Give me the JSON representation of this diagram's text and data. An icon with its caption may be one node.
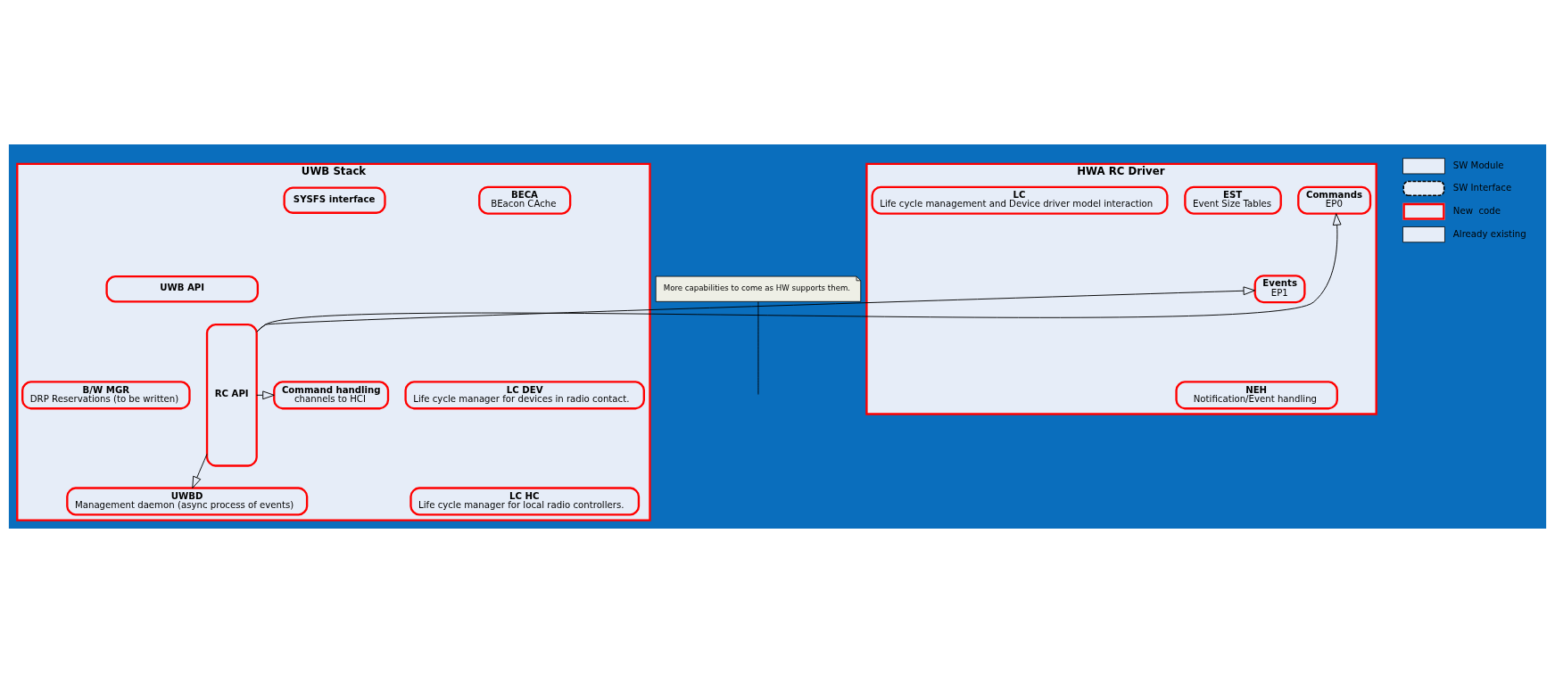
{
  "diagram": {
    "nodes": [
      {
        "text": [
          "UWB Stack"
        ]
      },
      {
        "text": [
          "BECA",
          "BEacon CAche"
        ],
        "in": 0
      },
      {
        "text": [
          "SYSFS interface"
        ],
        "in": 0
      },
      {
        "text": [
          "UWB API"
        ],
        "in": 0
      },
      {
        "text": [
          "LC DEV",
          "Life cycle manager for devices in radio contact."
        ],
        "in": 0
      },
      {
        "text": [
          "B/W MGR",
          "DRP Reservations (to be written)"
        ],
        "in": 0
      },
      {
        "text": [
          "Command handling",
          "channels to HCI"
        ],
        "in": 0
      },
      {
        "text": [
          "RC API"
        ],
        "in": 0
      },
      {
        "text": [
          "LC HC",
          "Life cycle manager for local radio controllers."
        ],
        "in": 0
      },
      {
        "text": [
          "UWBD",
          "Management daemon (async process of events)"
        ],
        "in": 0
      },
      {
        "text": [
          "More capabilities to come as HW supports them."
        ]
      },
      {
        "text": [
          "HWA RC Driver"
        ]
      },
      {
        "text": [
          "Commands",
          "EP0"
        ],
        "in": 11
      },
      {
        "text": [
          "EST",
          "Event Size Tables"
        ],
        "in": 11
      },
      {
        "text": [
          "LC",
          "Life cycle management and Device driver model interaction"
        ],
        "in": 11
      },
      {
        "text": [
          "Events",
          "EP1"
        ],
        "in": 11
      },
      {
        "text": [
          "NEH",
          "Notification/Event handling"
        ],
        "in": 11
      }
    ],
    "edges": [
      {
        "from": 7,
        "to": 6,
        "arrow": "to"
      },
      {
        "from": 7,
        "to": 12,
        "arrow": "to"
      },
      {
        "from": 7,
        "to": 15,
        "arrow": "to"
      },
      {
        "from": 7,
        "to": 9,
        "arrow": "to"
      },
      {
        "from": 10,
        "to": null,
        "arrow": "none"
      }
    ],
    "legend": [
      {
        "text": "SW Module",
        "color": "#e6edf8"
      },
      {
        "text": "SW Interface"
      },
      {
        "text": "New  code"
      },
      {
        "text": "Already existing",
        "color": "#e6edf8"
      }
    ]
  }
}
